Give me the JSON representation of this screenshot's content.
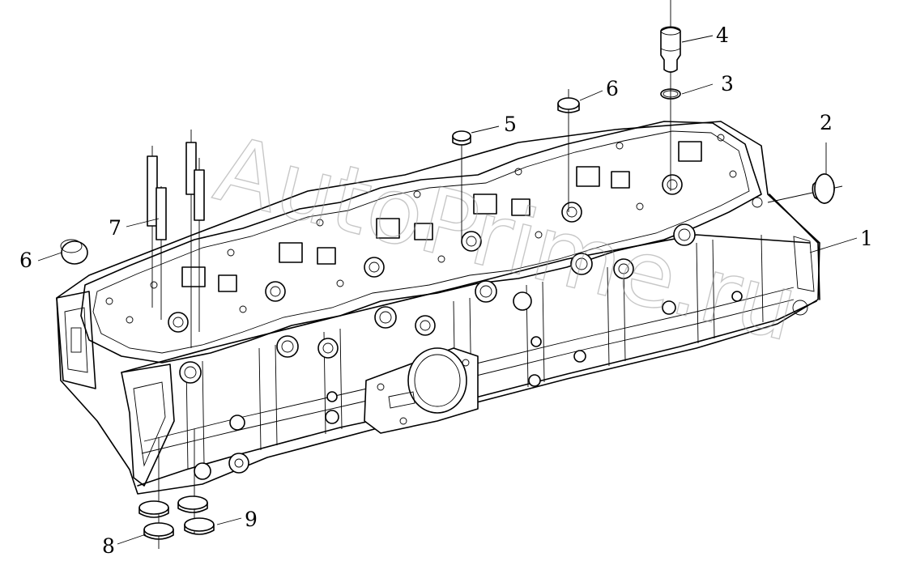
{
  "watermark": "AutoPrime.ru",
  "callouts": [
    {
      "id": "1",
      "label": "1"
    },
    {
      "id": "2",
      "label": "2"
    },
    {
      "id": "3",
      "label": "3"
    },
    {
      "id": "4",
      "label": "4"
    },
    {
      "id": "5",
      "label": "5"
    },
    {
      "id": "6a",
      "label": "6"
    },
    {
      "id": "6b",
      "label": "6"
    },
    {
      "id": "7",
      "label": "7"
    },
    {
      "id": "8",
      "label": "8"
    },
    {
      "id": "9",
      "label": "9"
    }
  ]
}
